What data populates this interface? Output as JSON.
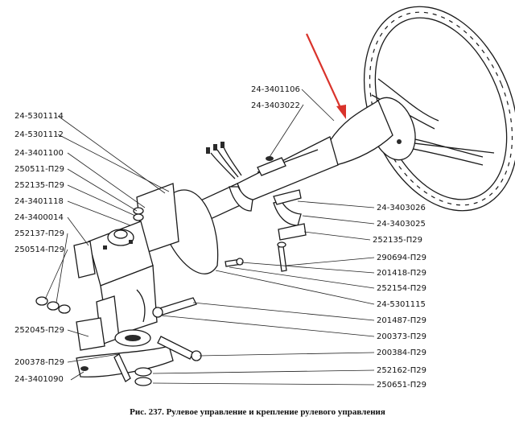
{
  "labels_left": [
    "24-5301114",
    "24-5301112",
    "24-3401100",
    "250511-П29",
    "252135-П29",
    "24-3401118",
    "24-3400014",
    "252137-П29",
    "250514-П29",
    "252045-П29",
    "200378-П29",
    "24-3401090"
  ],
  "labels_top": [
    "24-3401106",
    "24-3403022"
  ],
  "labels_right": [
    "24-3403026",
    "24-3403025",
    "252135-П29",
    "290694-П29",
    "201418-П29",
    "252154-П29",
    "24-5301115",
    "201487-П29",
    "200373-П29",
    "200384-П29",
    "252162-П29",
    "250651-П29"
  ],
  "caption": "Рис. 237. Рулевое управление и крепление рулевого управления",
  "colors": {
    "arrow": "#d9332b",
    "ink": "#1a1a1a",
    "background": "#ffffff"
  }
}
